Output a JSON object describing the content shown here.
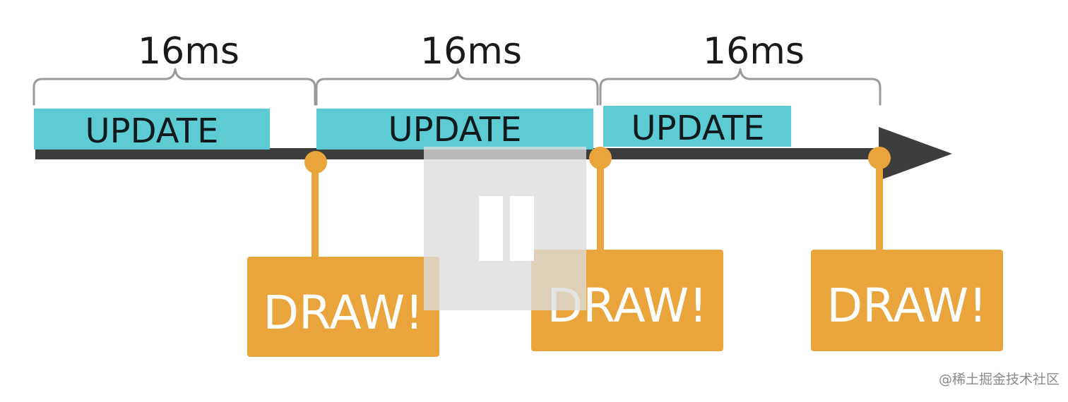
{
  "diagram": {
    "frame_duration_label": "16ms",
    "frames": [
      {
        "duration": "16ms",
        "update_label": "UPDATE",
        "draw_label": "DRAW!"
      },
      {
        "duration": "16ms",
        "update_label": "UPDATE",
        "draw_label": "DRAW!"
      },
      {
        "duration": "16ms",
        "update_label": "UPDATE",
        "draw_label": "DRAW!"
      }
    ],
    "colors": {
      "update_block": "#5ccbd3",
      "draw_block": "#e9a53b",
      "timeline": "#3d3d3d",
      "bracket": "#9a9a9a"
    }
  },
  "overlay": {
    "icon": "pause-icon"
  },
  "watermark": "@稀土掘金技术社区"
}
